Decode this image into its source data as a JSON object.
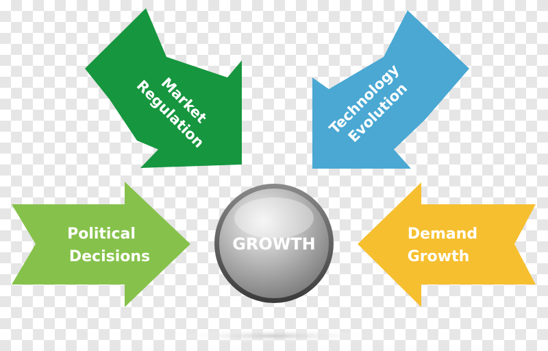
{
  "hub": {
    "label": "GROWTH"
  },
  "arrows": {
    "market_regulation": {
      "line1": "Market",
      "line2": "Regulation",
      "color": "#16963f"
    },
    "technology_evolution": {
      "line1": "Technology",
      "line2": "Evolution",
      "color": "#4aa8d3"
    },
    "political_decisions": {
      "line1": "Political",
      "line2": "Decisions",
      "color": "#86c24b"
    },
    "demand_growth": {
      "line1": "Demand",
      "line2": "Growth",
      "color": "#f6bf2f"
    }
  }
}
